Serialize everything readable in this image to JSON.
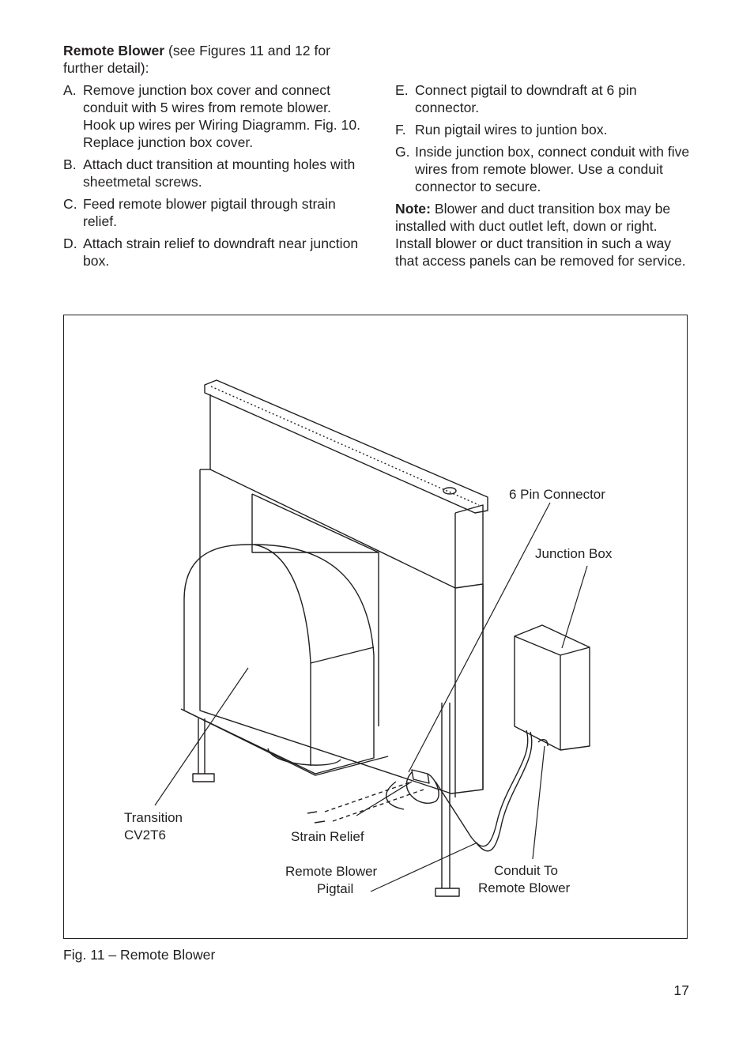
{
  "intro": {
    "title": "Remote Blower",
    "text": " (see Figures 11 and 12 for further detail):"
  },
  "steps_left": [
    {
      "letter": "A.",
      "text": "Remove junction box cover and connect conduit with 5 wires from remote blower. Hook up wires per Wiring Diagramm. Fig. 10. Replace junction box cover."
    },
    {
      "letter": "B.",
      "text": "Attach duct transition at mounting holes with sheetmetal screws."
    },
    {
      "letter": "C.",
      "text": "Feed remote blower pigtail through strain relief."
    },
    {
      "letter": "D.",
      "text": "Attach strain relief to downdraft near junction box."
    }
  ],
  "steps_right": [
    {
      "letter": "E.",
      "text": "Connect pigtail to downdraft at 6 pin connector."
    },
    {
      "letter": "F.",
      "text": "Run pigtail wires to juntion box."
    },
    {
      "letter": "G.",
      "text": "Inside junction box, connect conduit with five wires from remote blower. Use a conduit connector to secure."
    }
  ],
  "note": {
    "label": "Note:",
    "text": " Blower and duct transition box may be installed with duct outlet left, down or right. Install blower or duct transition in such a way that access panels can be removed for service."
  },
  "figure": {
    "labels": {
      "six_pin_connector": "6 Pin Connector",
      "junction_box": "Junction Box",
      "transition_line1": "Transition",
      "transition_line2": "CV2T6",
      "strain_relief": "Strain Relief",
      "remote_blower_pigtail_line1": "Remote Blower",
      "remote_blower_pigtail_line2": "Pigtail",
      "conduit_line1": "Conduit To",
      "conduit_line2": "Remote Blower"
    },
    "caption": "Fig. 11 – Remote Blower"
  },
  "page_number": "17"
}
